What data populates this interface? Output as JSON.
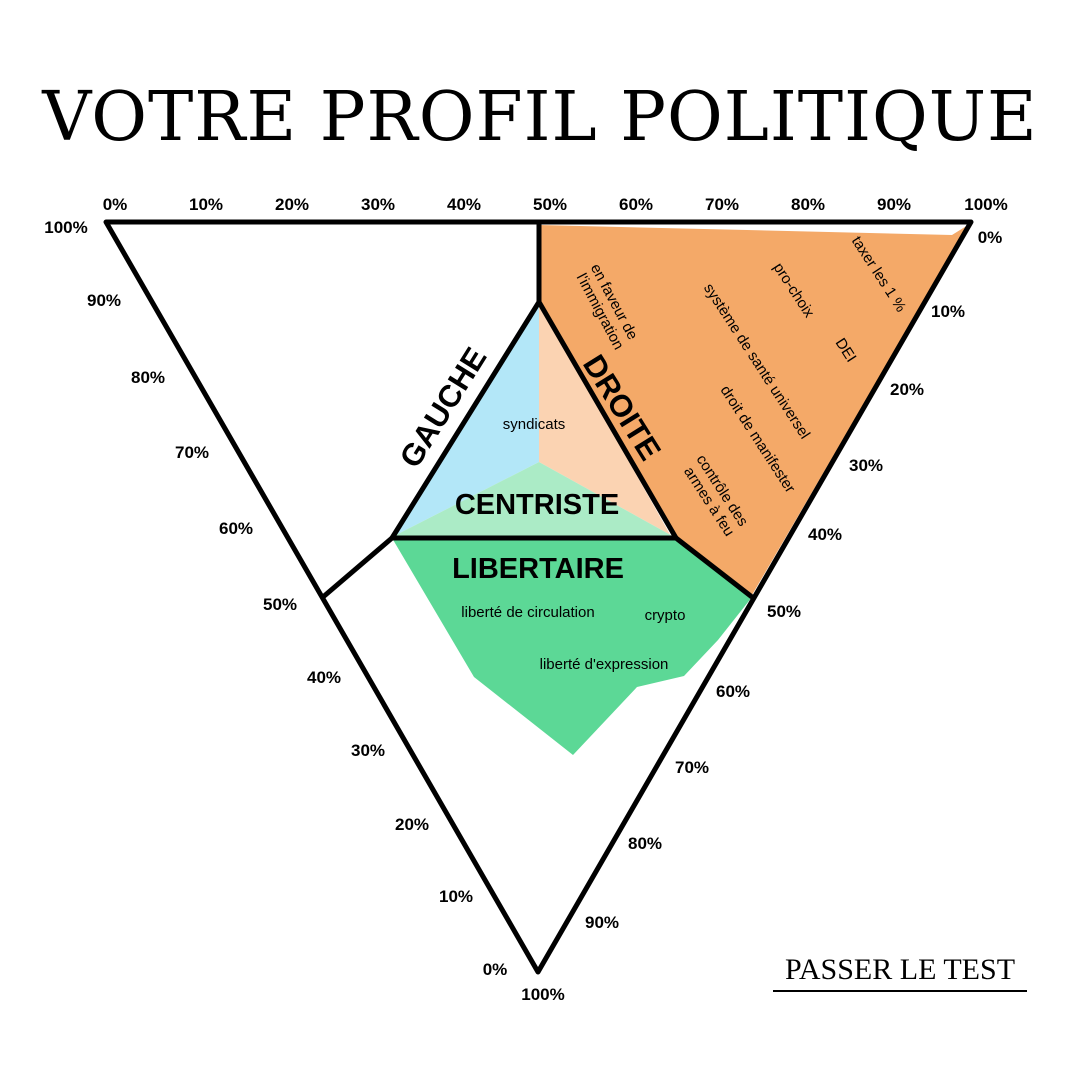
{
  "title": "VOTRE PROFIL POLITIQUE",
  "cta_label": "PASSER LE TEST",
  "colors": {
    "droite": "#f4a968",
    "droite_light": "#fbd3b2",
    "gauche_light": "#b3e7f8",
    "centriste": "#abebc6",
    "libertaire": "#5cd896",
    "stroke": "#000000"
  },
  "axes": {
    "top": [
      "0%",
      "10%",
      "20%",
      "30%",
      "40%",
      "50%",
      "60%",
      "70%",
      "80%",
      "90%",
      "100%"
    ],
    "left": [
      "100%",
      "90%",
      "80%",
      "70%",
      "60%",
      "50%",
      "40%",
      "30%",
      "20%",
      "10%",
      "0%"
    ],
    "right": [
      "0%",
      "10%",
      "20%",
      "30%",
      "40%",
      "50%",
      "60%",
      "70%",
      "80%",
      "90%",
      "100%"
    ]
  },
  "regions": {
    "gauche": "GAUCHE",
    "droite": "DROITE",
    "centriste": "CENTRISTE",
    "libertaire": "LIBERTAIRE"
  },
  "issues": {
    "immigration": [
      "en faveur de",
      "l'immigration"
    ],
    "sante": "système de santé universel",
    "prochoix": "pro-choix",
    "taxer": "taxer les 1 %",
    "dei": "DEI",
    "manifester": "droit de manifester",
    "armes": [
      "contrôle des",
      "armes à feu"
    ],
    "syndicats": "syndicats",
    "circulation": "liberté de circulation",
    "crypto": "crypto",
    "expression": "liberté d'expression"
  }
}
